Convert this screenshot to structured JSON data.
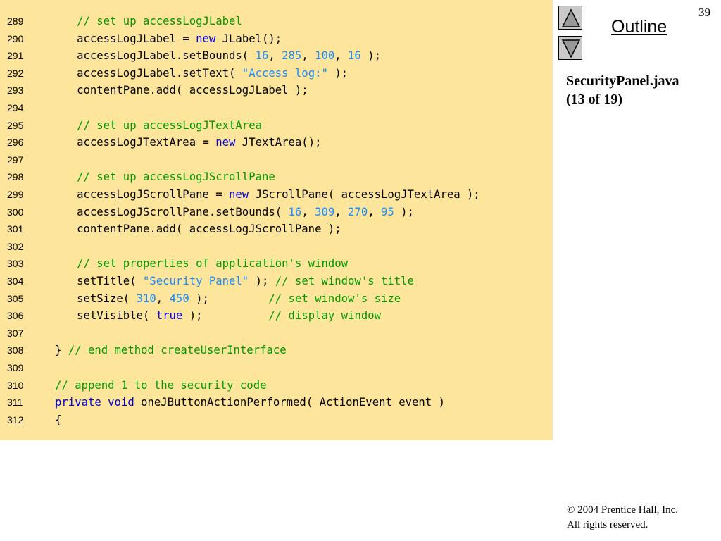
{
  "colors": {
    "panel_background": "#fee59c",
    "comment": "#009900",
    "keyword": "#0000e0",
    "literal": "#1a8cff",
    "plain": "#000000",
    "nav_button": "#c9c9c9"
  },
  "slide": {
    "page_number": "39",
    "outline_label": "Outline",
    "file_name": "SecurityPanel.java",
    "file_part": "(13 of 19)",
    "copyright_line1": "© 2004 Prentice Hall, Inc.",
    "copyright_line2": "All rights reserved.",
    "nav_up_icon": "triangle-up-icon",
    "nav_down_icon": "triangle-down-icon"
  },
  "code_lines": [
    {
      "num": "289",
      "indent": 6,
      "tokens": [
        {
          "t": "comment",
          "v": "// set up accessLogJLabel"
        }
      ]
    },
    {
      "num": "290",
      "indent": 6,
      "tokens": [
        {
          "t": "plain",
          "v": "accessLogJLabel = "
        },
        {
          "t": "keyword",
          "v": "new"
        },
        {
          "t": "plain",
          "v": " JLabel();"
        }
      ]
    },
    {
      "num": "291",
      "indent": 6,
      "tokens": [
        {
          "t": "plain",
          "v": "accessLogJLabel.setBounds( "
        },
        {
          "t": "number",
          "v": "16"
        },
        {
          "t": "plain",
          "v": ", "
        },
        {
          "t": "number",
          "v": "285"
        },
        {
          "t": "plain",
          "v": ", "
        },
        {
          "t": "number",
          "v": "100"
        },
        {
          "t": "plain",
          "v": ", "
        },
        {
          "t": "number",
          "v": "16"
        },
        {
          "t": "plain",
          "v": " );"
        }
      ]
    },
    {
      "num": "292",
      "indent": 6,
      "tokens": [
        {
          "t": "plain",
          "v": "accessLogJLabel.setText( "
        },
        {
          "t": "string",
          "v": "\"Access log:\""
        },
        {
          "t": "plain",
          "v": " );"
        }
      ]
    },
    {
      "num": "293",
      "indent": 6,
      "tokens": [
        {
          "t": "plain",
          "v": "contentPane.add( accessLogJLabel );"
        }
      ]
    },
    {
      "num": "294",
      "indent": 0,
      "tokens": []
    },
    {
      "num": "295",
      "indent": 6,
      "tokens": [
        {
          "t": "comment",
          "v": "// set up accessLogJTextArea"
        }
      ]
    },
    {
      "num": "296",
      "indent": 6,
      "tokens": [
        {
          "t": "plain",
          "v": "accessLogJTextArea = "
        },
        {
          "t": "keyword",
          "v": "new"
        },
        {
          "t": "plain",
          "v": " JTextArea();"
        }
      ]
    },
    {
      "num": "297",
      "indent": 0,
      "tokens": []
    },
    {
      "num": "298",
      "indent": 6,
      "tokens": [
        {
          "t": "comment",
          "v": "// set up accessLogJScrollPane"
        }
      ]
    },
    {
      "num": "299",
      "indent": 6,
      "tokens": [
        {
          "t": "plain",
          "v": "accessLogJScrollPane = "
        },
        {
          "t": "keyword",
          "v": "new"
        },
        {
          "t": "plain",
          "v": " JScrollPane( accessLogJTextArea );"
        }
      ]
    },
    {
      "num": "300",
      "indent": 6,
      "tokens": [
        {
          "t": "plain",
          "v": "accessLogJScrollPane.setBounds( "
        },
        {
          "t": "number",
          "v": "16"
        },
        {
          "t": "plain",
          "v": ", "
        },
        {
          "t": "number",
          "v": "309"
        },
        {
          "t": "plain",
          "v": ", "
        },
        {
          "t": "number",
          "v": "270"
        },
        {
          "t": "plain",
          "v": ", "
        },
        {
          "t": "number",
          "v": "95"
        },
        {
          "t": "plain",
          "v": " );"
        }
      ]
    },
    {
      "num": "301",
      "indent": 6,
      "tokens": [
        {
          "t": "plain",
          "v": "contentPane.add( accessLogJScrollPane );"
        }
      ]
    },
    {
      "num": "302",
      "indent": 0,
      "tokens": []
    },
    {
      "num": "303",
      "indent": 6,
      "tokens": [
        {
          "t": "comment",
          "v": "// set properties of application's window"
        }
      ]
    },
    {
      "num": "304",
      "indent": 6,
      "tokens": [
        {
          "t": "plain",
          "v": "setTitle( "
        },
        {
          "t": "string",
          "v": "\"Security Panel\""
        },
        {
          "t": "plain",
          "v": " ); "
        },
        {
          "t": "comment",
          "v": "// set window's title"
        }
      ]
    },
    {
      "num": "305",
      "indent": 6,
      "tokens": [
        {
          "t": "plain",
          "v": "setSize( "
        },
        {
          "t": "number",
          "v": "310"
        },
        {
          "t": "plain",
          "v": ", "
        },
        {
          "t": "number",
          "v": "450"
        },
        {
          "t": "plain",
          "v": " );         "
        },
        {
          "t": "comment",
          "v": "// set window's size"
        }
      ]
    },
    {
      "num": "306",
      "indent": 6,
      "tokens": [
        {
          "t": "plain",
          "v": "setVisible( "
        },
        {
          "t": "keyword",
          "v": "true"
        },
        {
          "t": "plain",
          "v": " );          "
        },
        {
          "t": "comment",
          "v": "// display window"
        }
      ]
    },
    {
      "num": "307",
      "indent": 0,
      "tokens": []
    },
    {
      "num": "308",
      "indent": 3,
      "tokens": [
        {
          "t": "plain",
          "v": "} "
        },
        {
          "t": "comment",
          "v": "// end method createUserInterface"
        }
      ]
    },
    {
      "num": "309",
      "indent": 0,
      "tokens": []
    },
    {
      "num": "310",
      "indent": 3,
      "tokens": [
        {
          "t": "comment",
          "v": "// append 1 to the security code"
        }
      ]
    },
    {
      "num": "311",
      "indent": 3,
      "tokens": [
        {
          "t": "keyword",
          "v": "private"
        },
        {
          "t": "plain",
          "v": " "
        },
        {
          "t": "keyword",
          "v": "void"
        },
        {
          "t": "plain",
          "v": " oneJButtonActionPerformed( ActionEvent event )"
        }
      ]
    },
    {
      "num": "312",
      "indent": 3,
      "tokens": [
        {
          "t": "plain",
          "v": "{"
        }
      ]
    }
  ]
}
